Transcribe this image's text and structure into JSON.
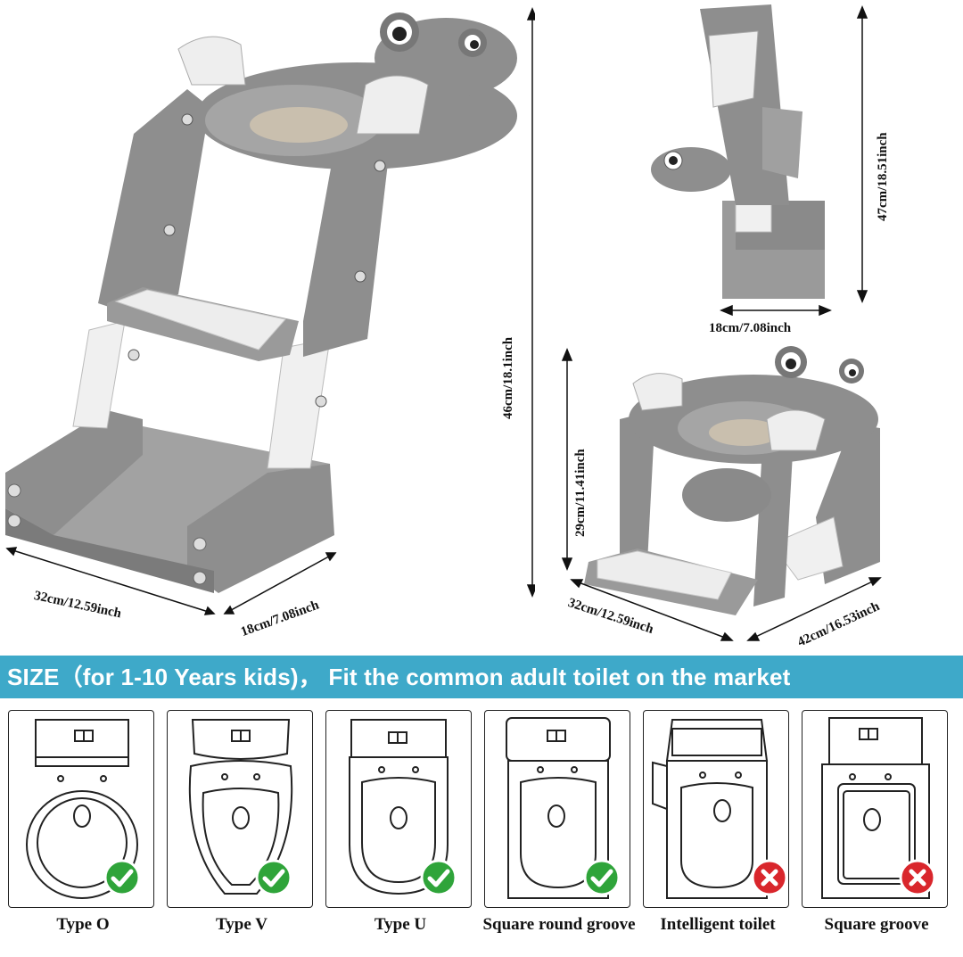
{
  "product": {
    "name": "frog potty training seat with step ladder",
    "colors": {
      "body": "#8e8e8e",
      "light": "#a5a5a5",
      "white": "#f4f4f4",
      "dark": "#6e6e6e"
    }
  },
  "dimensions": {
    "main_width": "32cm/12.59inch",
    "main_depth": "18cm/7.08inch",
    "main_height": "46cm/18.1inch",
    "folded_height": "47cm/18.51inch",
    "folded_depth": "18cm/7.08inch",
    "compact_height": "29cm/11.41inch",
    "compact_width": "32cm/12.59inch",
    "compact_depth": "42cm/16.53inch"
  },
  "banner": {
    "text": "SIZE（for 1-10 Years kids)， Fit the common adult toilet on the market",
    "color": "#3ea9c9"
  },
  "toilet_types": [
    {
      "label": "Type O",
      "fits": true,
      "icon": "check-icon"
    },
    {
      "label": "Type V",
      "fits": true,
      "icon": "check-icon"
    },
    {
      "label": "Type U",
      "fits": true,
      "icon": "check-icon"
    },
    {
      "label": "Square round groove",
      "fits": true,
      "icon": "check-icon"
    },
    {
      "label": "Intelligent toilet",
      "fits": false,
      "icon": "cross-icon"
    },
    {
      "label": "Square groove",
      "fits": false,
      "icon": "cross-icon"
    }
  ],
  "status_colors": {
    "fit": "#2fa43a",
    "no_fit": "#d9262c"
  }
}
